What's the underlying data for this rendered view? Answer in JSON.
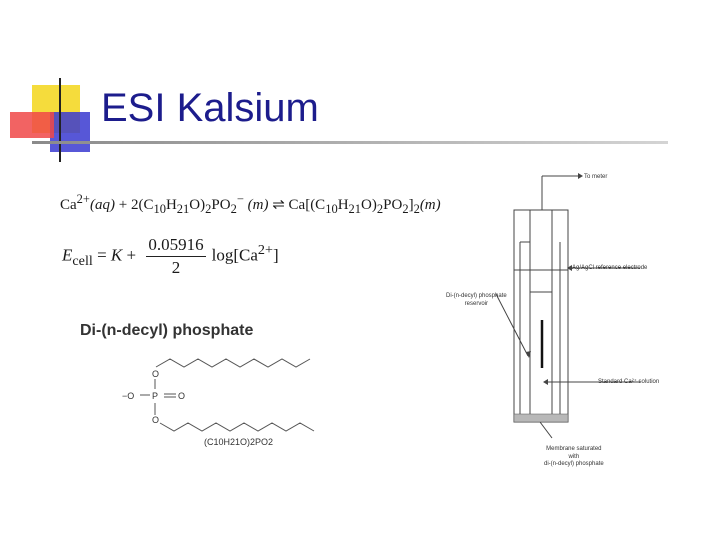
{
  "slide": {
    "title": "ESI Kalsium"
  },
  "equations": {
    "reaction": {
      "ca": "Ca",
      "ca_charge": "2+",
      "aq": "(aq)",
      "plus_term": " + 2(C",
      "sub10a": "10",
      "h": "H",
      "sub21a": "21",
      "o_part": "O)",
      "sub2a": "2",
      "po": "PO",
      "sub2b": "2",
      "minus": "−",
      "m1": "(m)",
      "arrow": "⇌",
      "ca2": "Ca[(C",
      "sub10b": "10",
      "h2": "H",
      "sub21b": "21",
      "o2": "O)",
      "sub2c": "2",
      "po2": "PO",
      "sub2d": "2",
      "bracket": "]",
      "sub2e": "2",
      "m2": "(m)"
    },
    "nernst": {
      "e": "E",
      "cell": "cell",
      "eq": "=",
      "k": "K",
      "plus": "+",
      "numerator": "0.05916",
      "denominator": "2",
      "log": "log",
      "ca": "[Ca",
      "charge": "2+",
      "close": "]"
    }
  },
  "molecule": {
    "title": "Di-(n-decyl) phosphate",
    "formula": "(C10H21O)2PO2",
    "atoms": {
      "o_top": "O",
      "o_left": "−O",
      "p": "P",
      "o_right": "O",
      "o_bottom": "O"
    }
  },
  "electrode_diagram": {
    "labels": {
      "to_meter": "To meter",
      "reference": "Ag/AgCl reference electrode",
      "reservoir_1": "Di-(n-decyl) phosphate",
      "reservoir_2": "reservoir",
      "standard": "Standard Ca²⁺ solution",
      "membrane_1": "Membrane saturated",
      "membrane_2": "with",
      "membrane_3": "di-(n-decyl) phosphate"
    }
  }
}
